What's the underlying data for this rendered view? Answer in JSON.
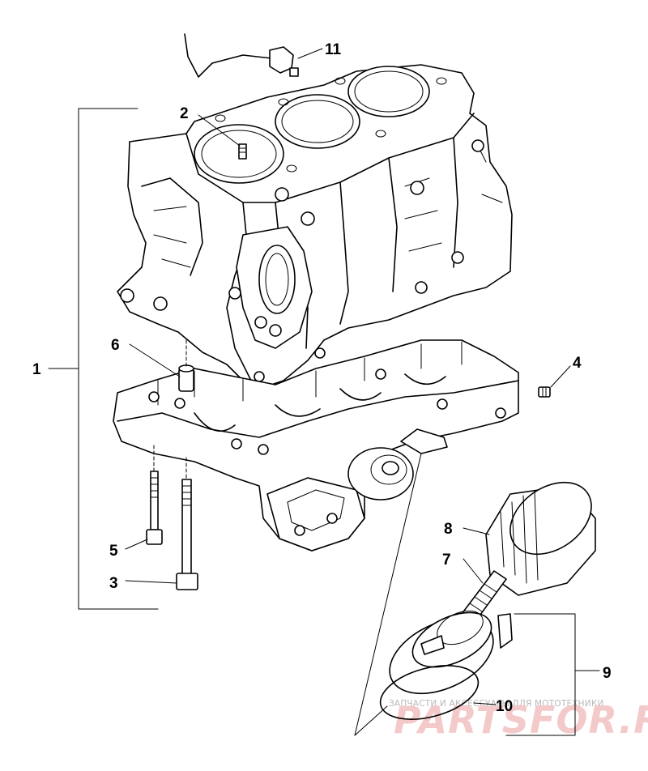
{
  "callouts": [
    {
      "id": "1",
      "label": "1"
    },
    {
      "id": "2",
      "label": "2"
    },
    {
      "id": "3",
      "label": "3"
    },
    {
      "id": "4",
      "label": "4"
    },
    {
      "id": "5",
      "label": "5"
    },
    {
      "id": "6",
      "label": "6"
    },
    {
      "id": "7",
      "label": "7"
    },
    {
      "id": "8",
      "label": "8"
    },
    {
      "id": "9",
      "label": "9"
    },
    {
      "id": "10",
      "label": "10"
    },
    {
      "id": "11",
      "label": "11"
    }
  ],
  "watermark": {
    "subtitle": "ЗАПЧАСТИ И АКСЕССУАРЫ ДЛЯ МОТОТЕХНИКИ",
    "brand": "PARTSFOR.RU"
  },
  "colors": {
    "line": "#000000",
    "background": "#ffffff",
    "watermark_brand": "#f3c9c9",
    "watermark_text": "#b9b9b9"
  }
}
